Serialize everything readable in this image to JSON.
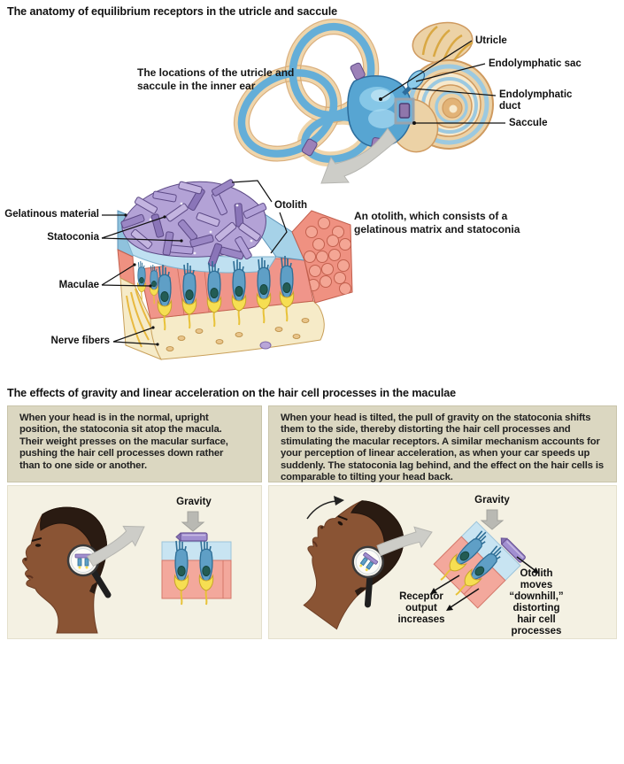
{
  "titles": {
    "section1": "The anatomy of equilibrium receptors in the utricle and saccule",
    "section2": "The effects of gravity and linear acceleration on the hair cell processes in the maculae"
  },
  "inner_ear": {
    "caption": "The locations of the utricle and saccule in the inner ear",
    "labels": {
      "utricle": "Utricle",
      "endolymphatic_sac": "Endolymphatic sac",
      "endolymphatic_duct": "Endolymphatic duct",
      "saccule": "Saccule"
    }
  },
  "otolith_figure": {
    "caption": "An otolith, which consists of a gelatinous matrix and statoconia",
    "labels": {
      "gelatinous_material": "Gelatinous material",
      "statoconia": "Statoconia",
      "maculae": "Maculae",
      "nerve_fibers": "Nerve fibers",
      "otolith": "Otolith"
    }
  },
  "upright_panel": {
    "description": "When your head is in the normal, upright position, the statoconia sit atop the macula. Their weight presses on the macular surface, pushing the hair cell processes down rather than to one side or another.",
    "gravity_label": "Gravity"
  },
  "tilted_panel": {
    "description": "When your head is tilted, the pull of gravity on the statoconia shifts them to the side, thereby distorting the hair cell processes and stimulating the macular receptors. A similar mechanism accounts for your perception of linear acceleration, as when your car speeds up suddenly. The statoconia lag behind, and the effect on the hair cells is comparable to tilting your head back.",
    "gravity_label": "Gravity",
    "receptor_label": "Receptor output increases",
    "otolith_label": "Otolith moves “downhill,” distorting hair cell processes"
  },
  "colors": {
    "panel_beige": "#dbd7c1",
    "panel_cream": "#f4f1e3",
    "membrane_blue": "#5fa8d4",
    "statoconia_purple": "#a18fc9",
    "epithelium_pink": "#f0958a",
    "nerve_yellow": "#f6de52"
  }
}
